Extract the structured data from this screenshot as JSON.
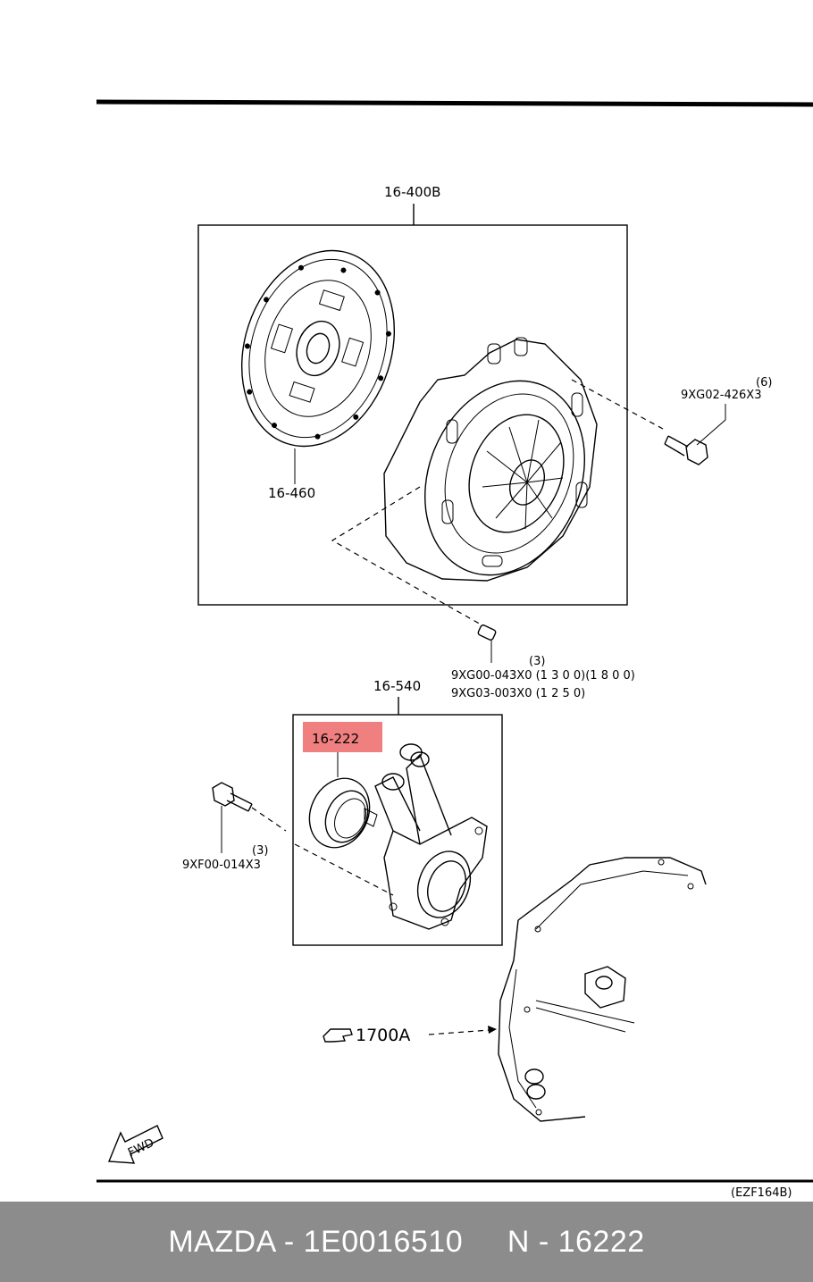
{
  "diagram": {
    "labels": {
      "assy_clutch": "16-400B",
      "clutch_disc": "16-460",
      "bolt_qty": "(6)",
      "bolt_part": "9XG02-426X3",
      "pin_qty": "(3)",
      "pin_part_1": "9XG00-043X0 (1 3 0 0)(1 8 0 0)",
      "pin_part_2": "9XG03-003X0 (1 2 5 0)",
      "release_cyl": "16-540",
      "release_bearing": "16-222",
      "screw_qty": "(3)",
      "screw_part": "9XF00-014X3",
      "housing_ref": "1700A",
      "fwd": "FWD",
      "fig_code": "(EZF164B)"
    },
    "highlight_color": "#f08080"
  },
  "footer": {
    "brand_line": "MAZDA - 1E0016510",
    "ref_line": "N - 16222"
  }
}
